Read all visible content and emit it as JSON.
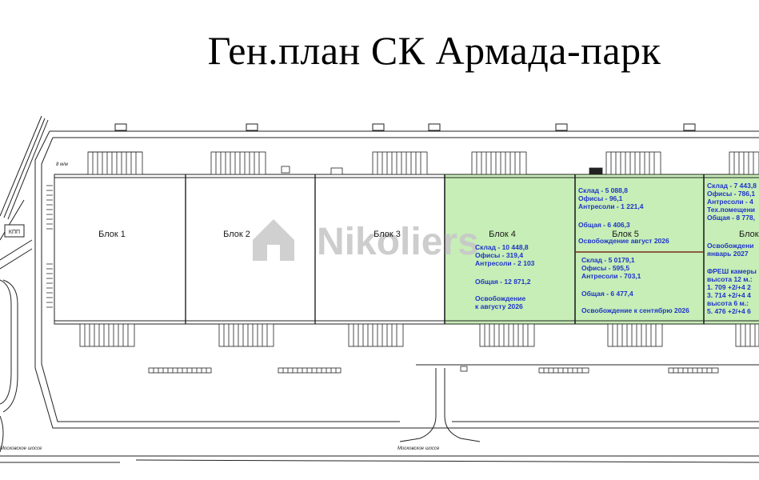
{
  "title": "Ген.план СК Армада-парк",
  "watermark": "Nikoliers",
  "blocks": [
    {
      "label": "Блок 1"
    },
    {
      "label": "Блок 2"
    },
    {
      "label": "Блок 3"
    },
    {
      "label": "Блок 4",
      "lines": [
        "Склад - 10 448,8",
        "Офисы - 319,4",
        "Антресоли - 2 103",
        "",
        "Общая - 12 871,2",
        "",
        "Освобождение",
        "к августу 2026"
      ]
    },
    {
      "label": "Блок 5",
      "top": {
        "lines": [
          "Склад - 5 088,8",
          "Офисы - 96,1",
          "Антресоли - 1 221,4",
          "",
          "Общая - 6 406,3",
          "Освобождение август 2026"
        ]
      },
      "bottom": {
        "lines": [
          "Склад - 5 0179,1",
          "Офисы - 595,5",
          "Антресоли - 703,1",
          "",
          "Общая - 6 477,4",
          "",
          "Освобождение к сентябрю 2026"
        ]
      }
    },
    {
      "label": "Блок",
      "lines": [
        "Склад - 7 443,8",
        "Офисы - 786,1",
        "Антресоли - 4",
        "Тех.помещени",
        "Общая - 8 778,",
        "",
        "Освобождени",
        "январь 2027",
        "",
        "ФРЕШ камеры",
        "высота 12 м.:",
        "1. 709 +2/+4   2",
        "3. 714 +2/+4   4",
        "высота 6 м.:",
        "5. 476 +2/+4   6"
      ]
    }
  ],
  "map_labels": {
    "checkpoint": "КПП",
    "spacing_mark": "8 м/м",
    "road_left": "Московское шоссе",
    "road_center": "Московское шоссе"
  },
  "colors": {
    "highlight": "#c6eeb6",
    "info_text": "#1f35c8",
    "lines": "#222222",
    "watermark": "#c8c8c8"
  }
}
